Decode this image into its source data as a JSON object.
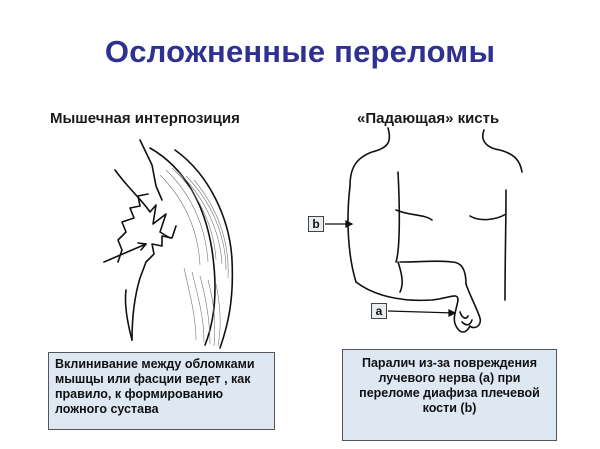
{
  "title": "Осложненные переломы",
  "left_panel": {
    "heading": "Мышечная интерпозиция",
    "caption": "Вклинивание между обломками мышцы или фасции ведет , как правило, к формированию ложного сустава"
  },
  "right_panel": {
    "heading": "«Падающая» кисть",
    "label_b": "b",
    "label_a": "a",
    "caption": "Паралич из-за повреждения лучевого нерва (а) при переломе диафиза плечевой кости (b)"
  },
  "colors": {
    "title": "#2e3192",
    "caption_bg": "#dde8f3"
  }
}
